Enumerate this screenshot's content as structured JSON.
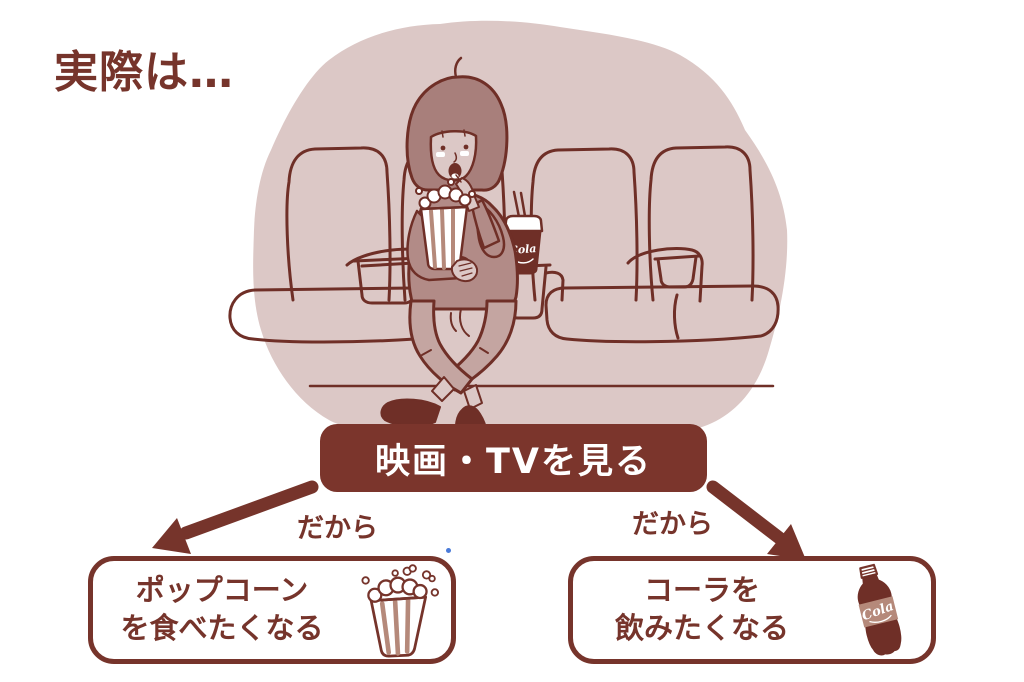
{
  "page": {
    "title": "実際は…"
  },
  "flow": {
    "cause": {
      "label": "映画・TVを見る"
    },
    "left_connector": {
      "label": "だから"
    },
    "right_connector": {
      "label": "だから"
    },
    "left_effect": {
      "line1": "ポップコーン",
      "line2": "を食べたくなる",
      "icon": "popcorn-icon"
    },
    "right_effect": {
      "line1": "コーラを",
      "line2": "飲みたくなる",
      "icon": "cola-bottle-icon"
    }
  },
  "illustration": {
    "description": "Woman with bob haircut sitting in a row of cinema seats, eating popcorn from a striped bucket, a cola cup with straw in the seat cup holder",
    "cup_label": "Cola",
    "bottle_label": "Cola"
  },
  "colors": {
    "accent_dark": "#76342b",
    "line": "#6f2f27",
    "button_bg": "#7b352c",
    "blob_bg": "#dcc8c6",
    "hair": "#a87f7b",
    "sweater": "#b28b87",
    "pants": "#c4a5a1",
    "stripe": "#b5897a"
  }
}
